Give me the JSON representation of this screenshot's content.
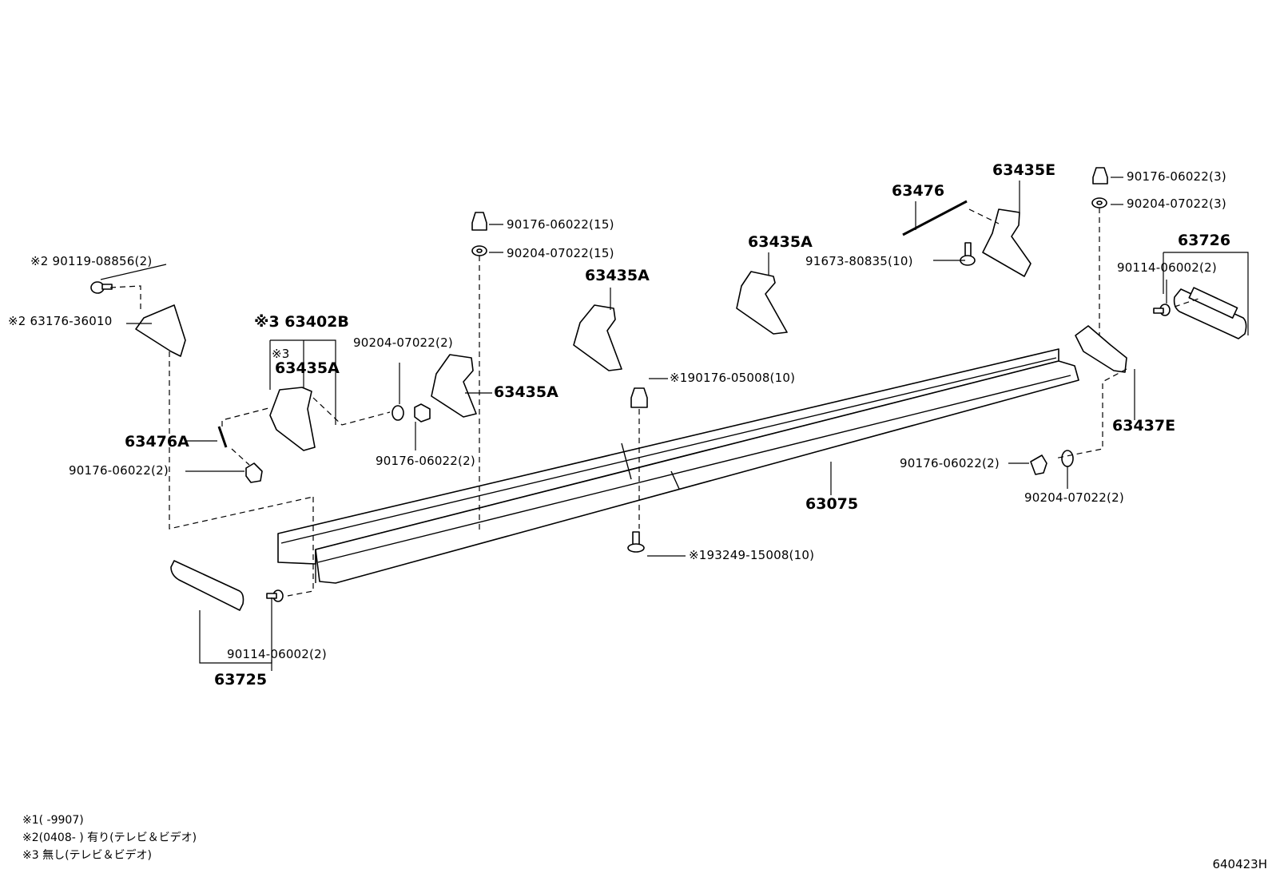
{
  "labels": {
    "l_90119": "※2 90119-08856(2)",
    "l_63176": "※2 63176-36010",
    "l_63402b": "※3 63402B",
    "l_note3a": "※3",
    "l_63435a_1": "63435A",
    "l_90204_a": "90204-07022(2)",
    "l_63476a": "63476A",
    "l_90176_a": "90176-06022(2)",
    "l_90176_b": "90176-06022(2)",
    "l_90176_15": "90176-06022(15)",
    "l_90204_15": "90204-07022(15)",
    "l_63435a_2": "63435A",
    "l_63435a_3": "63435A",
    "l_63435a_4": "63435A",
    "l_90176_05008": "※190176-05008(10)",
    "l_63476": "63476",
    "l_63435e": "63435E",
    "l_91673": "91673-80835(10)",
    "l_90176_3": "90176-06022(3)",
    "l_90204_3": "90204-07022(3)",
    "l_63726": "63726",
    "l_90114_b": "90114-06002(2)",
    "l_63437e": "63437E",
    "l_63075": "63075",
    "l_90176_c": "90176-06022(2)",
    "l_90204_b": "90204-07022(2)",
    "l_93249": "※193249-15008(10)",
    "l_90114_a": "90114-06002(2)",
    "l_63725": "63725"
  },
  "notes": [
    "※1(      -9907)",
    "※2(0408-      ) 有り(テレビ＆ビデオ)",
    "※3 無し(テレビ＆ビデオ)"
  ],
  "figure_code": "640423H"
}
